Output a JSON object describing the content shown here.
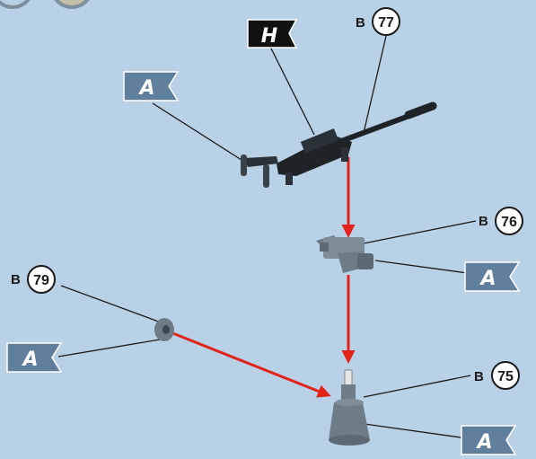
{
  "colors": {
    "background": "#b9d1e6",
    "flag_fill": "#5f7f9c",
    "flag_fill_dark": "#111111",
    "arrow": "#e2231a",
    "part_grey": "#6e7c88",
    "part_dark": "#1e2328"
  },
  "callouts": [
    {
      "id": "77",
      "prefix": "B",
      "number": "77"
    },
    {
      "id": "76",
      "prefix": "B",
      "number": "76"
    },
    {
      "id": "79",
      "prefix": "B",
      "number": "79"
    },
    {
      "id": "75",
      "prefix": "B",
      "number": "75"
    }
  ],
  "flags": [
    {
      "id": "h-top",
      "letter": "H",
      "style": "dark"
    },
    {
      "id": "a-top",
      "letter": "A",
      "style": "light"
    },
    {
      "id": "a-mid",
      "letter": "A",
      "style": "light"
    },
    {
      "id": "a-left",
      "letter": "A",
      "style": "light"
    },
    {
      "id": "a-bottom",
      "letter": "A",
      "style": "light"
    }
  ],
  "parts": [
    {
      "id": "gun",
      "icon": "machine-gun-icon"
    },
    {
      "id": "bracket",
      "icon": "mount-bracket-icon"
    },
    {
      "id": "washer",
      "icon": "washer-icon"
    },
    {
      "id": "pedestal",
      "icon": "pedestal-base-icon"
    }
  ]
}
